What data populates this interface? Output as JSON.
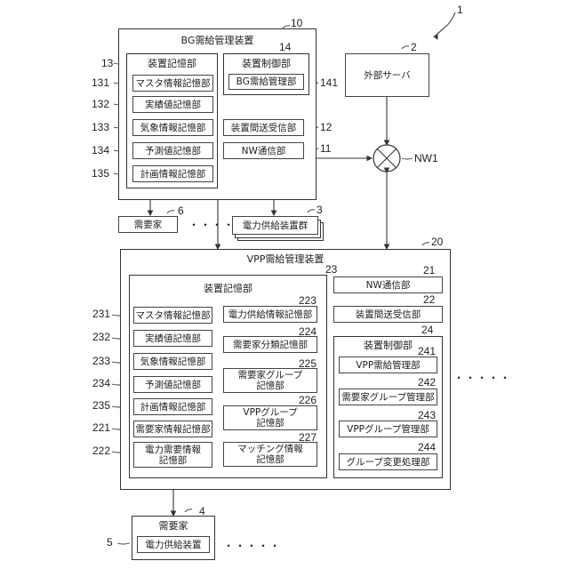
{
  "system_ref": "1",
  "bg": {
    "ref": "10",
    "title": "BG需給管理装置",
    "storage": {
      "ref": "13",
      "title": "装置記憶部",
      "items": [
        {
          "ref": "131",
          "label": "マスタ情報記憶部"
        },
        {
          "ref": "132",
          "label": "実績値記憶部"
        },
        {
          "ref": "133",
          "label": "気象情報記憶部"
        },
        {
          "ref": "134",
          "label": "予測値記憶部"
        },
        {
          "ref": "135",
          "label": "計画情報記憶部"
        }
      ]
    },
    "control": {
      "ref": "14",
      "title": "装置制御部",
      "item": {
        "ref": "141",
        "label": "BG需給管理部"
      }
    },
    "transceiver": {
      "ref": "12",
      "label": "装置間送受信部"
    },
    "nw": {
      "ref": "11",
      "label": "NW通信部"
    }
  },
  "external_server": {
    "ref": "2",
    "label": "外部サーバ"
  },
  "network": {
    "ref": "NW1"
  },
  "consumer_top": {
    "ref": "6",
    "label": "需要家",
    "ellipsis": "・・・・"
  },
  "power_group": {
    "ref": "3",
    "label": "電力供給装置群"
  },
  "vpp": {
    "ref": "20",
    "title": "VPP需給管理装置",
    "storage": {
      "ref": "23",
      "title": "装置記憶部",
      "left_items": [
        {
          "ref": "231",
          "label": "マスタ情報記憶部"
        },
        {
          "ref": "232",
          "label": "実績値記憶部"
        },
        {
          "ref": "233",
          "label": "気象情報記憶部"
        },
        {
          "ref": "234",
          "label": "予測値記憶部"
        },
        {
          "ref": "235",
          "label": "計画情報記憶部"
        },
        {
          "ref": "221",
          "label": "需要家情報記憶部"
        },
        {
          "ref": "222",
          "label": "電力需要情報\n記憶部"
        }
      ],
      "right_items": [
        {
          "ref": "223",
          "label": "電力供給情報記憶部"
        },
        {
          "ref": "224",
          "label": "需要家分類記憶部"
        },
        {
          "ref": "225",
          "label": "需要家グループ\n記憶部"
        },
        {
          "ref": "226",
          "label": "VPPグループ\n記憶部"
        },
        {
          "ref": "227",
          "label": "マッチング情報\n記憶部"
        }
      ]
    },
    "nw": {
      "ref": "21",
      "label": "NW通信部"
    },
    "transceiver": {
      "ref": "22",
      "label": "装置間送受信部"
    },
    "control": {
      "ref": "24",
      "title": "装置制御部",
      "items": [
        {
          "ref": "241",
          "label": "VPP需給管理部"
        },
        {
          "ref": "242",
          "label": "需要家グループ管理部"
        },
        {
          "ref": "243",
          "label": "VPPグループ管理部"
        },
        {
          "ref": "244",
          "label": "グループ変更処理部"
        }
      ]
    },
    "ellipsis": "・・・・・"
  },
  "consumer_bottom": {
    "ref": "4",
    "title": "需要家",
    "device": {
      "ref": "5",
      "label": "電力供給装置"
    },
    "ellipsis": "・・・・・"
  }
}
